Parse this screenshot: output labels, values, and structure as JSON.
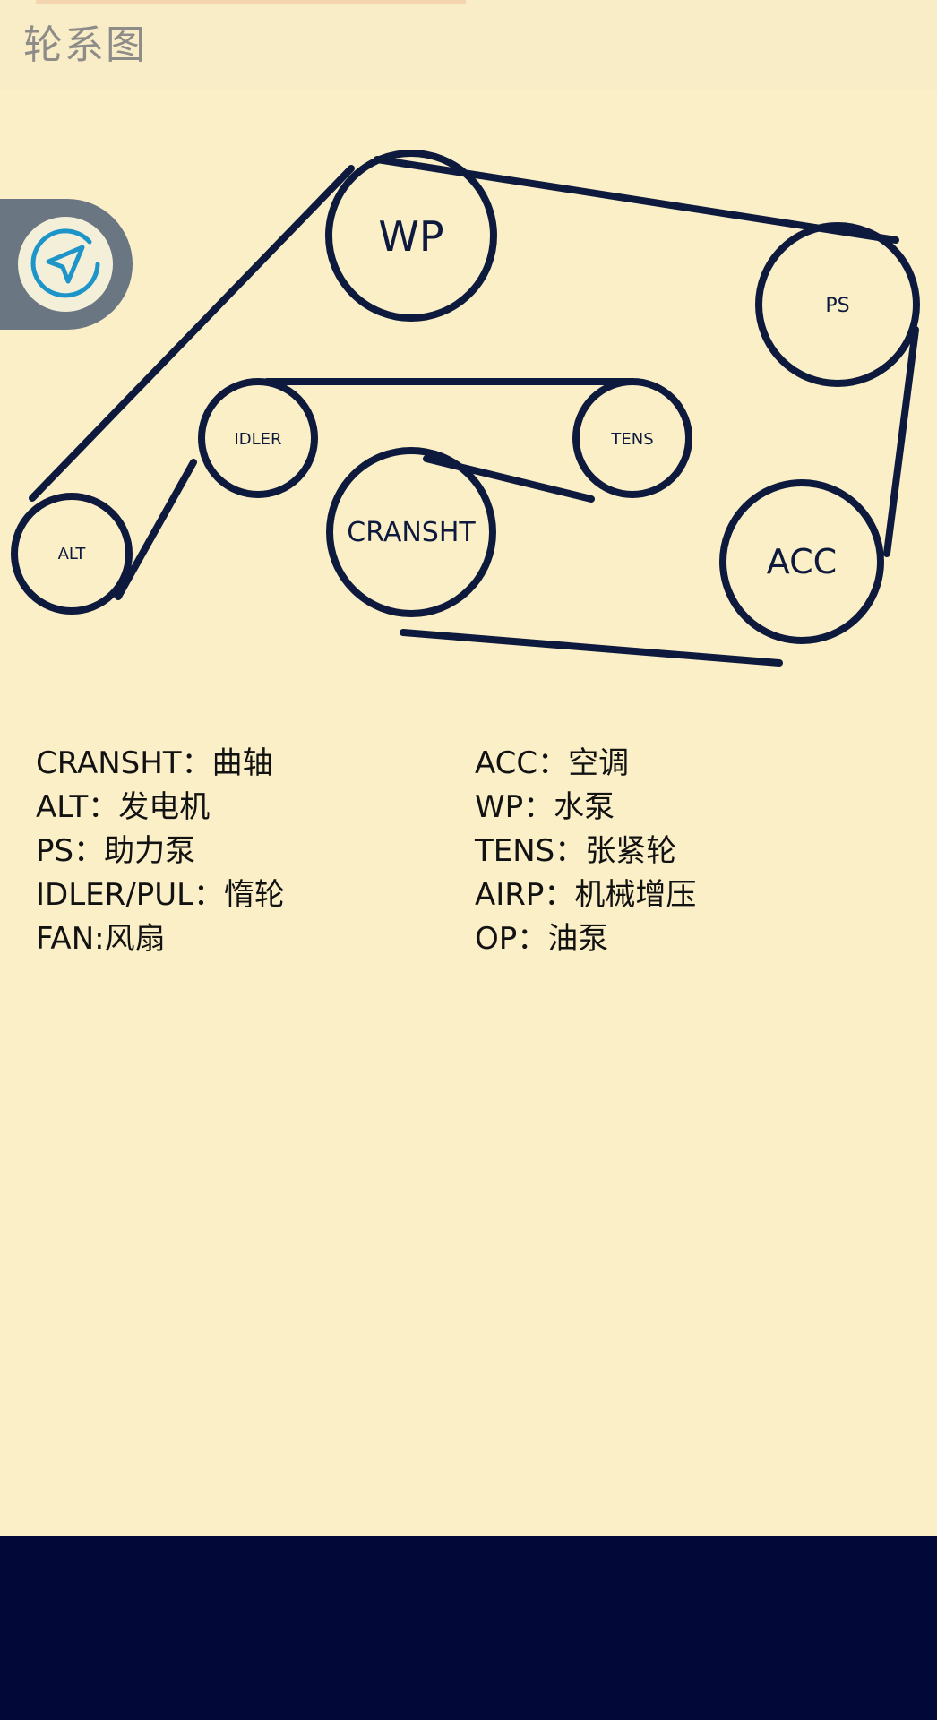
{
  "header": {
    "title": "轮系图"
  },
  "nav": {
    "icon": "navigation-arrow-icon",
    "accent": "#1d95c9"
  },
  "diagram": {
    "belt_color": "#0d1a3d",
    "pulleys": {
      "wp": "WP",
      "ps": "PS",
      "idler": "IDLER",
      "tens": "TENS",
      "cranshaft": "CRANSHT",
      "acc": "ACC",
      "alt": "ALT"
    }
  },
  "legend": [
    "CRANSHT：曲轴",
    "ACC：空调",
    "ALT：发电机",
    "WP：水泵",
    "PS：助力泵",
    "TENS：张紧轮",
    "IDLER/PUL：惰轮",
    "AIRP：机械增压",
    "FAN:风扇",
    "OP：油泵"
  ],
  "bottom_bar_color": "#020838"
}
